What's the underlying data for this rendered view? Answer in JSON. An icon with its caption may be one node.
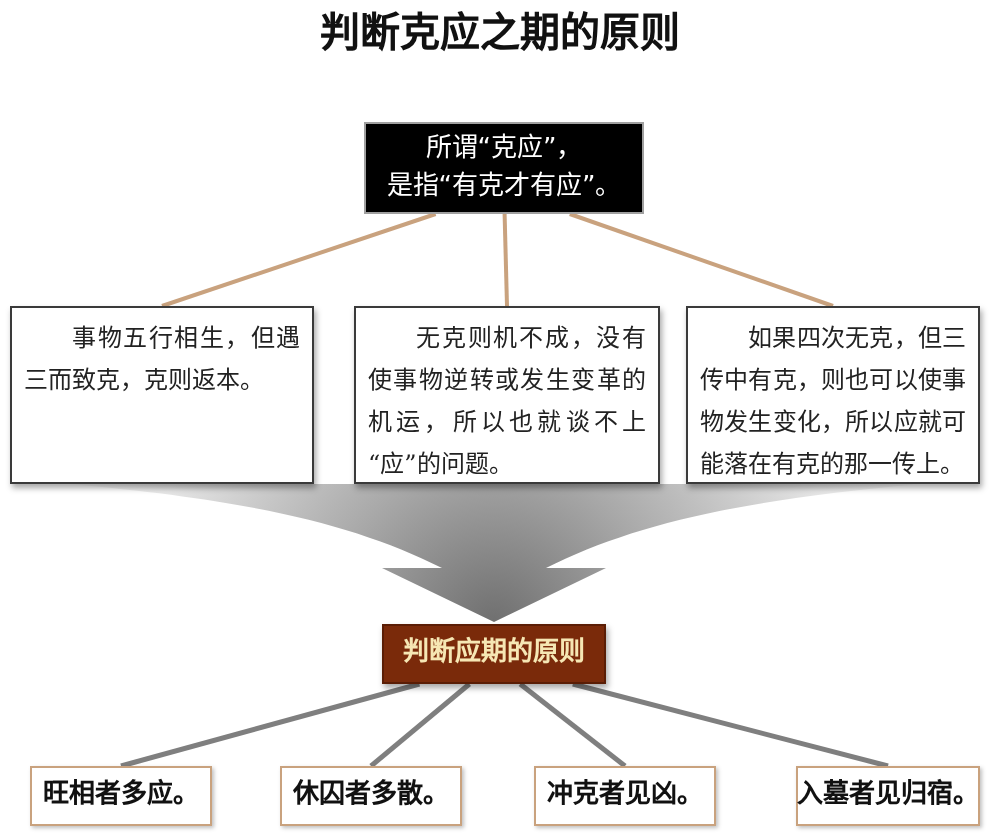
{
  "diagram": {
    "title": "判断克应之期的原则",
    "nodes": [
      {
        "text": [
          "所谓“克应”，",
          "是指“有克才有应”。"
        ]
      },
      {
        "text": [
          "事物五行相生，但遇三而致克，克则返本。"
        ]
      },
      {
        "text": [
          "无克则机不成，没有使事物逆转或发生变革的机运，所以也就谈不上“应”的问题。"
        ]
      },
      {
        "text": [
          "如果四次无克，但三传中有克，则也可以使事物发生变化，所以应就可能落在有克的那一传上。"
        ]
      },
      {
        "text": [
          "判断应期的原则"
        ]
      },
      {
        "text": [
          "旺相者多应。"
        ]
      },
      {
        "text": [
          "休囚者多散。"
        ]
      },
      {
        "text": [
          "冲克者见凶。"
        ]
      },
      {
        "text": [
          "入墓者见归宿。"
        ]
      }
    ],
    "edges": [
      {
        "from": 0,
        "to": 1,
        "arrow": "none",
        "color": "#c9a27e"
      },
      {
        "from": 0,
        "to": 2,
        "arrow": "none",
        "color": "#c9a27e"
      },
      {
        "from": 0,
        "to": 3,
        "arrow": "none",
        "color": "#c9a27e"
      },
      {
        "from": 1,
        "to": 4,
        "arrow": "to",
        "style": "thick"
      },
      {
        "from": 2,
        "to": 4,
        "arrow": "to",
        "style": "thick"
      },
      {
        "from": 3,
        "to": 4,
        "arrow": "to",
        "style": "thick"
      },
      {
        "from": 4,
        "to": 5,
        "arrow": "none"
      },
      {
        "from": 4,
        "to": 6,
        "arrow": "none"
      },
      {
        "from": 4,
        "to": 7,
        "arrow": "none"
      },
      {
        "from": 4,
        "to": 8,
        "arrow": "none"
      }
    ]
  }
}
